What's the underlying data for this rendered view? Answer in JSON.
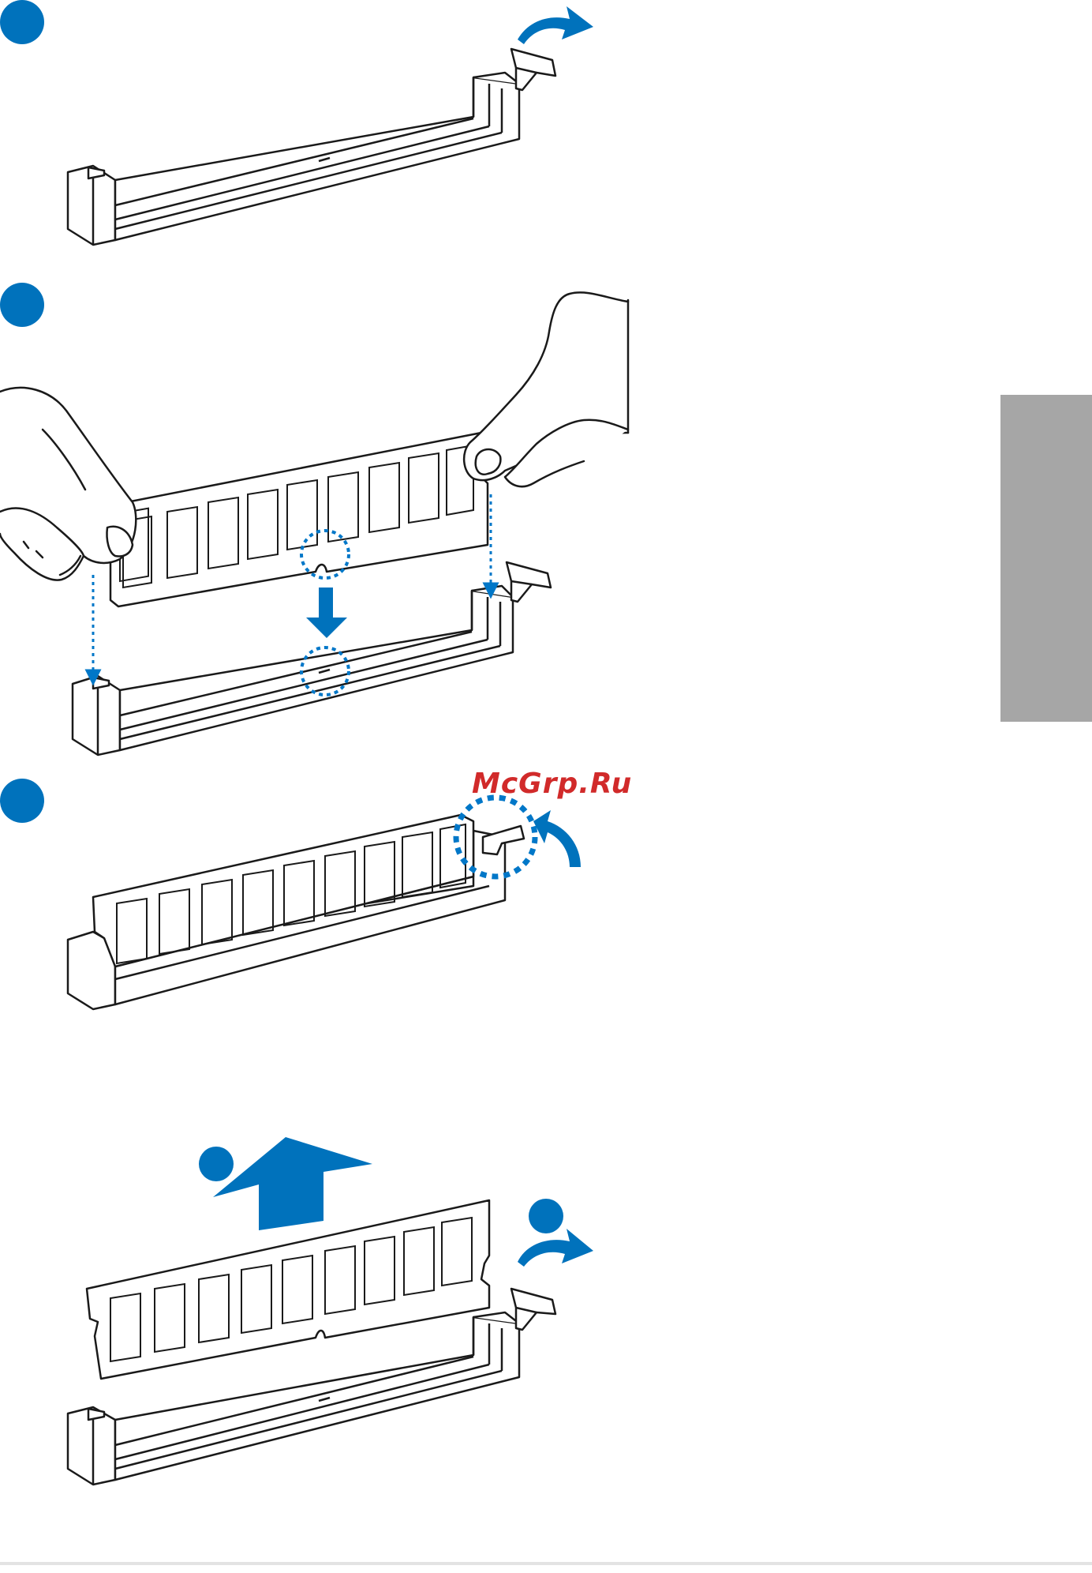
{
  "watermark": {
    "text": "McGrp.Ru"
  },
  "colors": {
    "accent_blue": "#0072bc",
    "dot_blue": "#0077c8",
    "line": "#1a1a1a",
    "side_tab": "#a6a6a6",
    "watermark": "#d12a2a"
  },
  "steps": [
    {
      "marker": "step-1-badge",
      "icon": "latch-open-arrow-icon"
    },
    {
      "marker": "step-2-badge",
      "icon": "insert-down-arrow-icon"
    },
    {
      "marker": "step-3-badge",
      "icon": "latch-close-arrow-icon"
    },
    {
      "marker": "remove-step-a-badge",
      "icon": "lift-up-arrow-icon"
    },
    {
      "marker": "remove-step-b-badge",
      "icon": "latch-open-arrow-icon"
    }
  ]
}
